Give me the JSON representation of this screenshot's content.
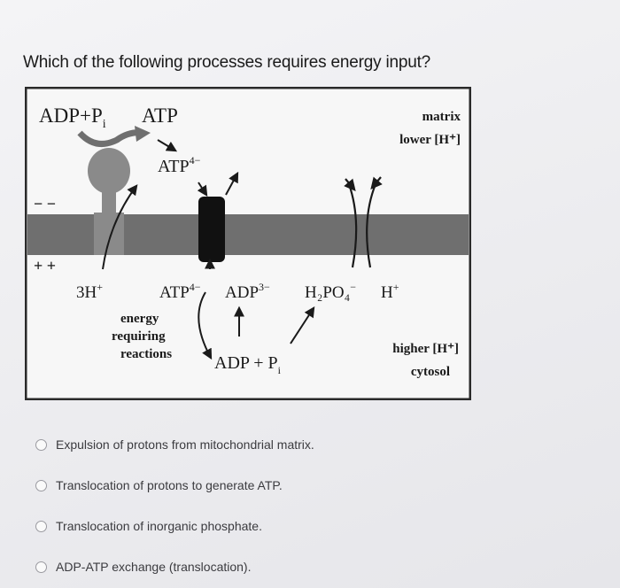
{
  "question": "Which of the following processes requires energy input?",
  "diagram": {
    "adp_pi_top": "ADP+P",
    "adp_pi_top_sub": "i",
    "atp_top": "ATP",
    "atp_mid": "ATP",
    "atp_mid_sup": "4−",
    "matrix_label": "matrix",
    "lower_h_label": "lower [H⁺]",
    "minus_signs": "− −",
    "plus_signs": "+ +",
    "three_h": "3H",
    "three_h_sup": "+",
    "atp_bottom": "ATP",
    "atp_bottom_sup": "4−",
    "adp_bottom": "ADP",
    "adp_bottom_sup": "3−",
    "h2po4": "H₂PO₄",
    "h2po4_sup": "−",
    "h_plus": "H",
    "h_plus_sup": "+",
    "energy_line1": "energy",
    "energy_line2": "requiring",
    "energy_line3": "reactions",
    "adp_pi_bottom": "ADP + P",
    "adp_pi_bottom_sub": "i",
    "higher_h_label": "higher [H⁺]",
    "cytosol_label": "cytosol"
  },
  "options": [
    {
      "label": "Expulsion of protons from mitochondrial matrix."
    },
    {
      "label": "Translocation of protons to generate ATP."
    },
    {
      "label": "Translocation of inorganic phosphate."
    },
    {
      "label": "ADP-ATP exchange (translocation)."
    }
  ],
  "colors": {
    "membrane": "#6f6f6f",
    "figure_bg": "#f7f7f7",
    "frame": "#2a2a2a",
    "text": "#1a1a1a"
  }
}
